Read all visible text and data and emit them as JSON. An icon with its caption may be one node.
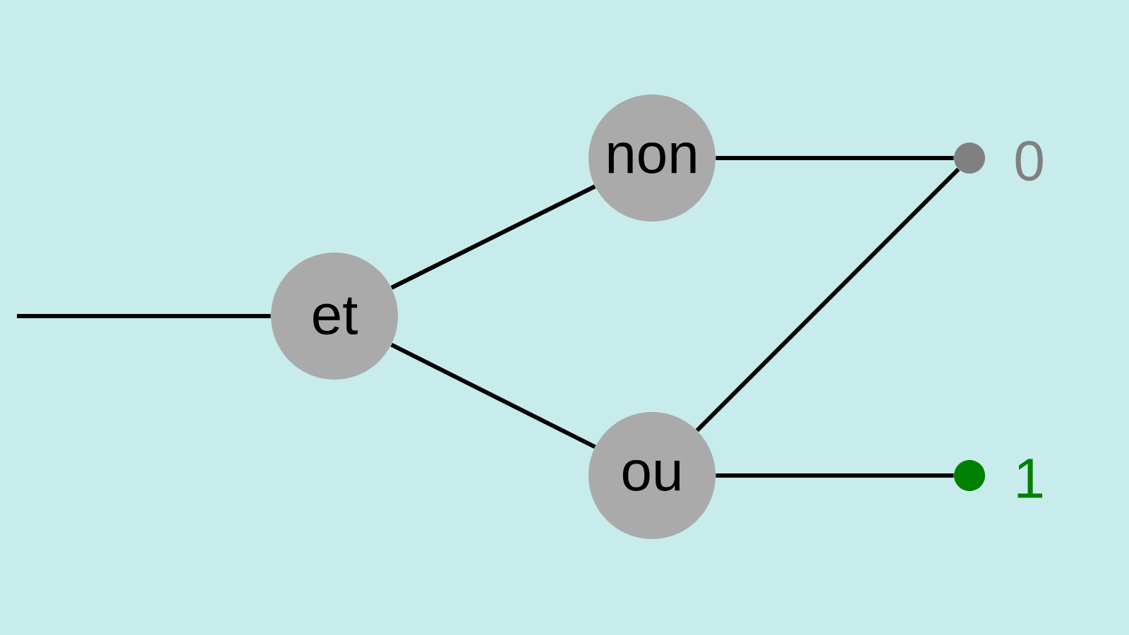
{
  "diagram": {
    "nodes": [
      {
        "text": [
          "et"
        ]
      },
      {
        "text": [
          "non"
        ]
      },
      {
        "text": [
          "ou"
        ]
      },
      {
        "text": [],
        "shape": "circle",
        "beside": [
          "0"
        ]
      },
      {
        "text": [],
        "shape": "circle",
        "beside": [
          "1"
        ]
      }
    ],
    "edges": [
      {
        "from": null,
        "to": 0,
        "arrow": "none"
      },
      {
        "from": 0,
        "to": 1,
        "arrow": "none"
      },
      {
        "from": 0,
        "to": 2,
        "arrow": "none"
      },
      {
        "from": 1,
        "to": 3,
        "arrow": "none"
      },
      {
        "from": 2,
        "to": 3,
        "arrow": "none"
      },
      {
        "from": 2,
        "to": 4,
        "arrow": "none"
      }
    ]
  }
}
